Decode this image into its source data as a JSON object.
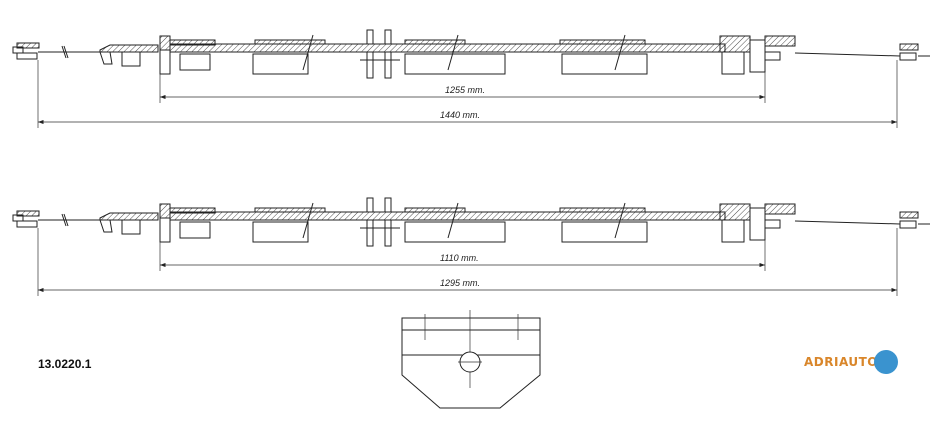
{
  "part_number": "13.0220.1",
  "brand": "ADRIAUTO",
  "colors": {
    "brand_text": "#d9862a",
    "brand_circle": "#3a93cf"
  },
  "cables": [
    {
      "inner_length_label": "1255 mm.",
      "overall_length_label": "1440 mm."
    },
    {
      "inner_length_label": "1110 mm.",
      "overall_length_label": "1295 mm."
    }
  ]
}
